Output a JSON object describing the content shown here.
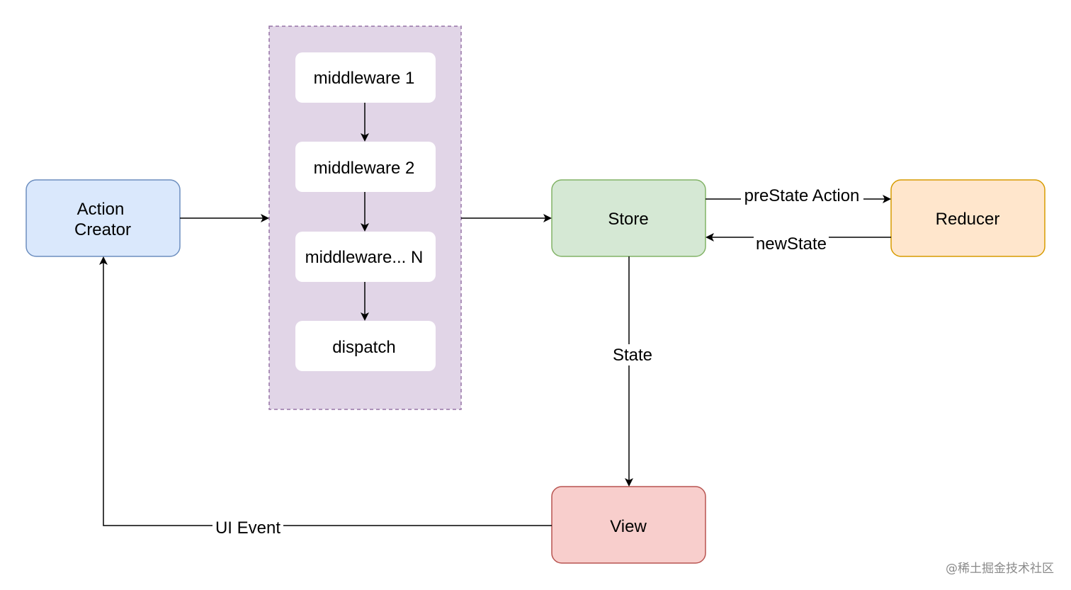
{
  "nodes": {
    "action_creator": {
      "line1": "Action",
      "line2": "Creator"
    },
    "middleware_1": "middleware 1",
    "middleware_2": "middleware 2",
    "middleware_n": "middleware... N",
    "dispatch": "dispatch",
    "store": "Store",
    "reducer": "Reducer",
    "view": "View"
  },
  "edges": {
    "prestate_action": "preState Action",
    "newstate": "newState",
    "state": "State",
    "ui_event": "UI Event"
  },
  "colors": {
    "action_creator_fill": "#dae8fc",
    "action_creator_stroke": "#6c8ebf",
    "middleware_group_fill": "#e1d5e7",
    "middleware_group_stroke": "#9673a6",
    "store_fill": "#d5e8d4",
    "store_stroke": "#82b366",
    "reducer_fill": "#ffe6cc",
    "reducer_stroke": "#d79b00",
    "view_fill": "#f8cecc",
    "view_stroke": "#b85450"
  },
  "watermark": "@稀土掘金技术社区"
}
